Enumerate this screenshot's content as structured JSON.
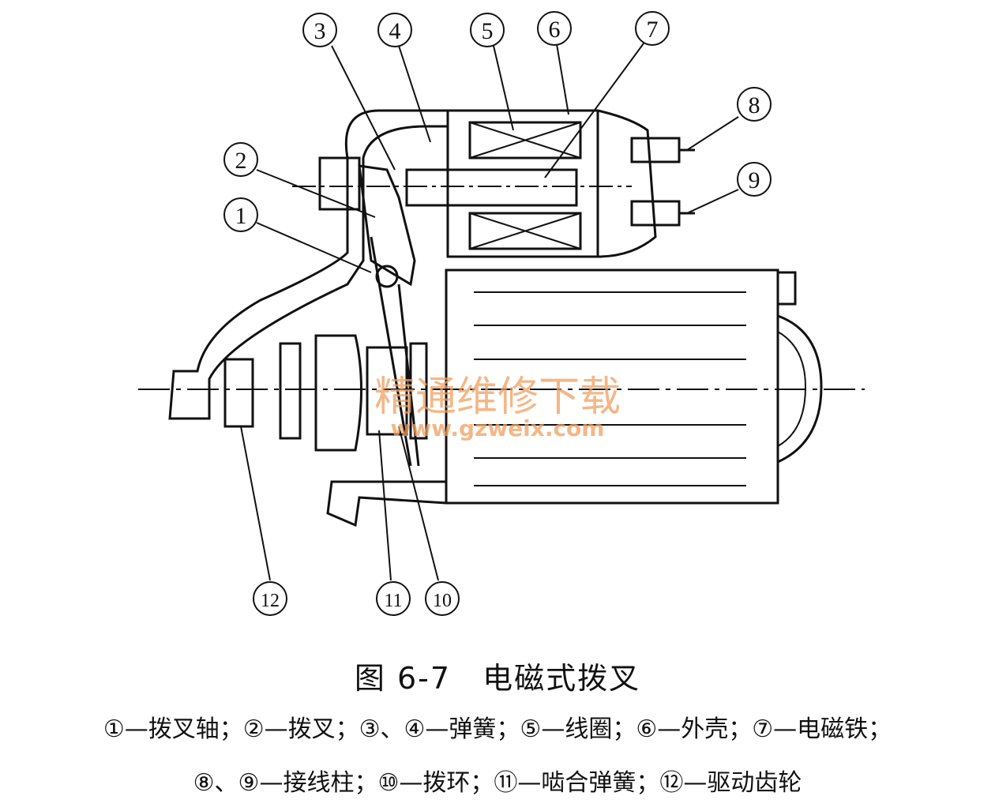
{
  "figure": {
    "labels": [
      "①",
      "②",
      "③",
      "④",
      "⑤",
      "⑥",
      "⑦",
      "⑧",
      "⑨",
      "⑩",
      "⑪",
      "⑫"
    ],
    "title": "图 6-7　电磁式拨叉",
    "legend_line1": "①—拨叉轴；②—拨叉；③、④—弹簧；⑤—线圈；⑥—外壳；⑦—电磁铁；",
    "legend_line2": "⑧、⑨—接线柱；⑩—拨环；⑪—啮合弹簧；⑫—驱动齿轮"
  },
  "watermark": {
    "name": "精通维修下载",
    "url": "www.gzweix.com"
  }
}
